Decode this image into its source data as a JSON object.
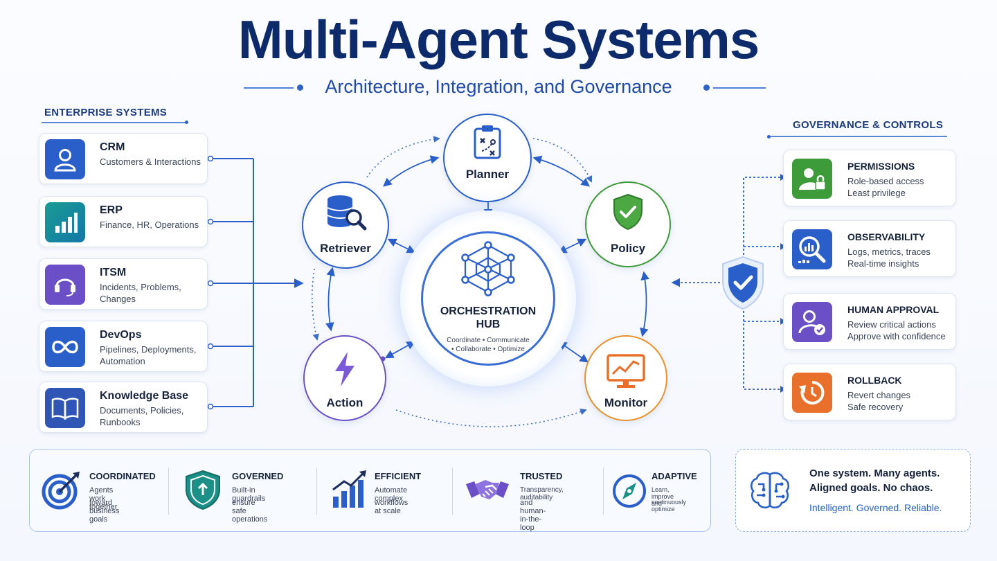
{
  "title": "Multi-Agent Systems",
  "subtitle": "Architecture, Integration, and Governance",
  "enterprise": {
    "heading": "ENTERPRISE SYSTEMS",
    "items": [
      {
        "title": "CRM",
        "desc": "Customers & Interactions",
        "icon": "user-icon",
        "color": "#2a5fc9"
      },
      {
        "title": "ERP",
        "desc": "Finance, HR, Operations",
        "icon": "bar-chart-icon",
        "color": "#17908f"
      },
      {
        "title": "ITSM",
        "desc": "Incidents, Problems, Changes",
        "icon": "headset-icon",
        "color": "#6a4fc7"
      },
      {
        "title": "DevOps",
        "desc": "Pipelines, Deployments, Automation",
        "icon": "infinity-icon",
        "color": "#2a5fc9"
      },
      {
        "title": "Knowledge Base",
        "desc": "Documents, Policies, Runbooks",
        "icon": "book-icon",
        "color": "#2f55b5"
      }
    ]
  },
  "governance": {
    "heading": "GOVERNANCE & CONTROLS",
    "items": [
      {
        "title": "PERMISSIONS",
        "line1": "Role-based access",
        "line2": "Least privilege",
        "icon": "user-lock-icon",
        "color": "#3e9b3a"
      },
      {
        "title": "OBSERVABILITY",
        "line1": "Logs, metrics, traces",
        "line2": "Real-time insights",
        "icon": "analytics-search-icon",
        "color": "#2a5fc9"
      },
      {
        "title": "HUMAN APPROVAL",
        "line1": "Review critical actions",
        "line2": "Approve with confidence",
        "icon": "user-check-icon",
        "color": "#6a4fc7"
      },
      {
        "title": "ROLLBACK",
        "line1": "Revert changes",
        "line2": "Safe recovery",
        "icon": "rollback-icon",
        "color": "#e8702a"
      }
    ]
  },
  "agents": {
    "planner": {
      "label": "Planner",
      "color": "#2a5fc9"
    },
    "retriever": {
      "label": "Retriever",
      "color": "#2a5fc9"
    },
    "policy": {
      "label": "Policy",
      "color": "#3e9b3a"
    },
    "action": {
      "label": "Action",
      "color": "#6a4fc7"
    },
    "monitor": {
      "label": "Monitor",
      "color": "#e8902a"
    }
  },
  "hub": {
    "title_line1": "ORCHESTRATION",
    "title_line2": "HUB",
    "sub_line1": "Coordinate • Communicate",
    "sub_line2": "• Collaborate • Optimize"
  },
  "pillars": [
    {
      "title": "COORDINATED",
      "line1": "Agents work together",
      "line2": "toward business goals",
      "icon": "target-icon"
    },
    {
      "title": "GOVERNED",
      "line1": "Built-in guardrails",
      "line2": "ensure safe operations",
      "icon": "shield-icon"
    },
    {
      "title": "EFFICIENT",
      "line1": "Automate complex",
      "line2": "workflows at scale",
      "icon": "growth-chart-icon"
    },
    {
      "title": "TRUSTED",
      "line1": "Transparency, auditability",
      "line2": "and human-in-the-loop",
      "icon": "handshake-icon"
    },
    {
      "title": "ADAPTIVE",
      "line1": "Learn, improve and",
      "line2": "continuously optimize",
      "icon": "compass-icon"
    }
  ],
  "motto": {
    "line1": "One system. Many agents.",
    "line2": "Aligned goals. No chaos.",
    "line3": "Intelligent. Governed. Reliable.",
    "icon": "brain-icon"
  }
}
